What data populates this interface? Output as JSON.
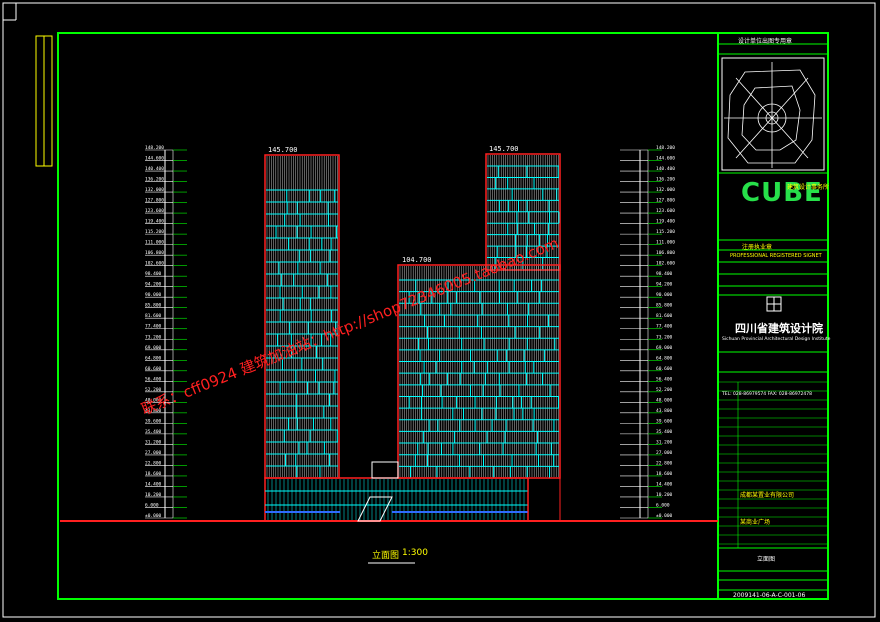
{
  "drawing": {
    "title_label": "立面图",
    "scale_label": "1:300",
    "roof_label_left": "145.700",
    "roof_label_right": "145.700",
    "mid_roof_label": "104.700",
    "elevation_marks": [
      "148.200",
      "144.600",
      "140.400",
      "136.200",
      "132.000",
      "127.800",
      "123.600",
      "119.400",
      "115.200",
      "111.000",
      "106.800",
      "102.600",
      "98.400",
      "94.200",
      "90.000",
      "85.800",
      "81.600",
      "77.400",
      "73.200",
      "69.000",
      "64.800",
      "60.600",
      "56.400",
      "52.200",
      "48.000",
      "43.800",
      "39.600",
      "35.400",
      "31.200",
      "27.000",
      "22.800",
      "18.600",
      "14.400",
      "10.200",
      "6.000",
      "±0.000"
    ]
  },
  "title_block": {
    "top_label": "设计单位出图专用章",
    "logo_text": "CUBE",
    "logo_sub": "建筑设计事务所",
    "reg_label": "注册执业章",
    "reg_label_en": "PROFESSIONAL REGISTERED SIGNET",
    "org_name": "四川省建筑设计院",
    "org_name_en": "Sichuan Provincial Architectural Design Institute",
    "contact": "TEL: 028-86979574  FAX: 028-86972478",
    "client": "成都某置业有限公司",
    "project": "某商业广场",
    "sheet_title": "立面图",
    "drawing_no": "2009141-06-A-C-001-06"
  },
  "watermark": {
    "left": "联系：cff0924 建筑加油站：http://shop72346005.taobao.com"
  },
  "colors": {
    "frame": "#00ff00",
    "outline": "#ff2020",
    "mullion": "#00ffff",
    "text": "#ffffff",
    "ground": "#ff2020"
  }
}
